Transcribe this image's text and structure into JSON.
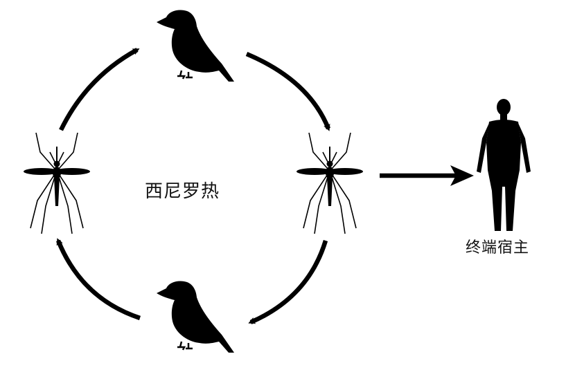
{
  "diagram": {
    "center_label": "西尼罗热",
    "host_label": "终端宿主",
    "cycle": [
      {
        "name": "bird-top",
        "icon": "bird-icon"
      },
      {
        "name": "mosquito-right",
        "icon": "mosquito-icon"
      },
      {
        "name": "bird-bottom",
        "icon": "bird-icon"
      },
      {
        "name": "mosquito-left",
        "icon": "mosquito-icon"
      }
    ],
    "terminal_host_icon": "human-icon",
    "colors": {
      "ink": "#000000",
      "background": "#ffffff"
    }
  }
}
